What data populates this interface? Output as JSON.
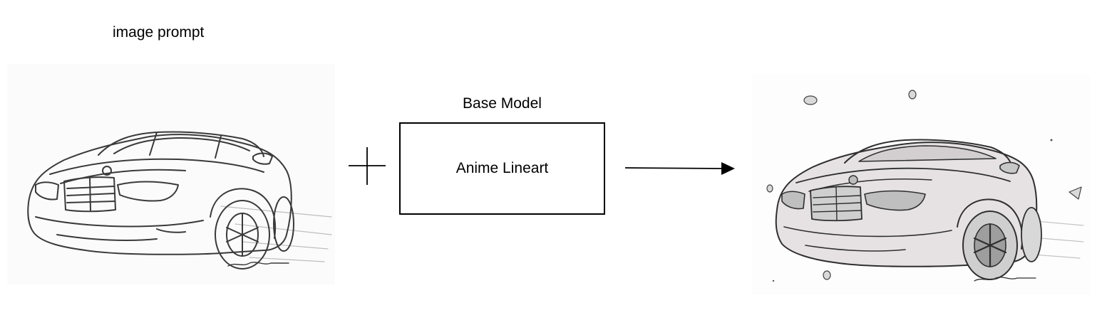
{
  "input": {
    "label": "image prompt"
  },
  "operator": {
    "icon": "plus-icon"
  },
  "model": {
    "caption": "Base Model",
    "name": "Anime Lineart"
  },
  "connector": {
    "icon": "arrow-right-icon"
  },
  "colors": {
    "line": "#000000",
    "sketch": "#3a3a3a",
    "background": "#ffffff"
  }
}
